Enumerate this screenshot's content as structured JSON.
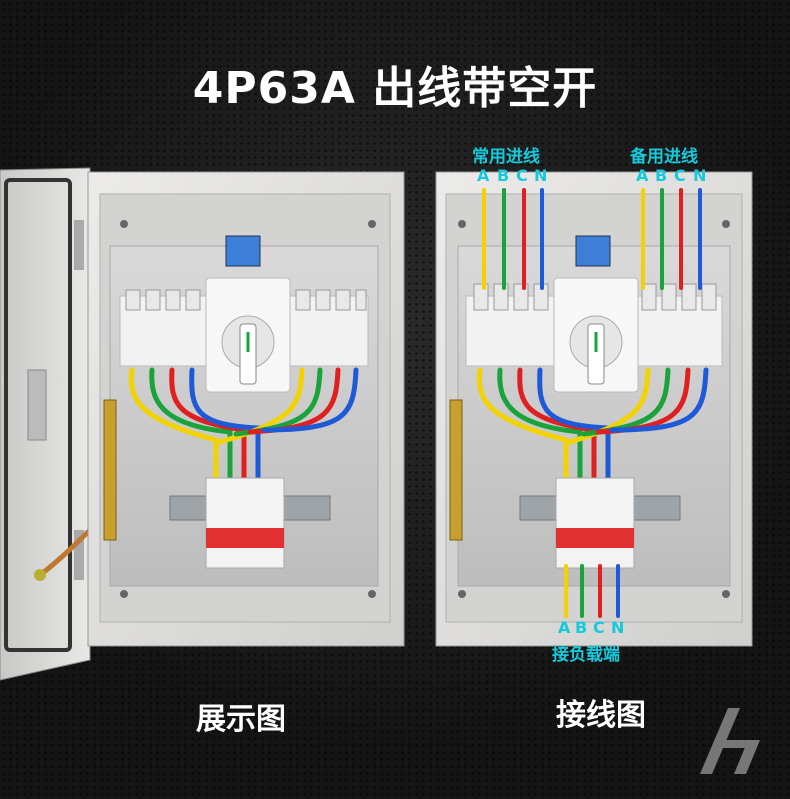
{
  "title": "4P63A 出线带空开",
  "captions": {
    "left": "展示图",
    "right": "接线图"
  },
  "wiring": {
    "common_label": "常用进线",
    "backup_label": "备用进线",
    "load_label": "接负载端",
    "phases": [
      "A",
      "B",
      "C",
      "N"
    ]
  },
  "colors": {
    "phase_a": "#f2d200",
    "phase_b": "#1aa33a",
    "phase_c": "#e02020",
    "phase_n": "#1e5ad8",
    "label_cyan": "#16c9db",
    "cabinet": "#e4e4e2",
    "breaker_red": "#e23030"
  },
  "icons": [
    "switch-handle-icon",
    "corner-logo-icon"
  ]
}
